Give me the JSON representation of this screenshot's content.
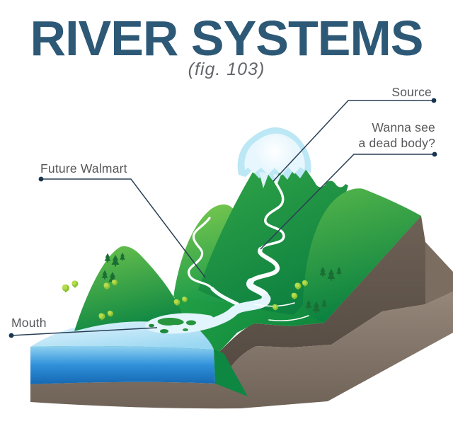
{
  "title": "RIVER SYSTEMS",
  "subtitle": "(fig. 103)",
  "annotations": {
    "source": {
      "label": "Source"
    },
    "dead_body": {
      "line1": "Wanna see",
      "line2": "a dead body?"
    },
    "future_walmart": {
      "label": "Future Walmart"
    },
    "mouth": {
      "label": "Mouth"
    }
  },
  "figure": {
    "type": "isometric-river-system-diagram",
    "features": [
      "snow-capped-mountain",
      "main-river",
      "tributary",
      "river-delta",
      "bay",
      "hills",
      "pine-trees",
      "round-trees",
      "soil-block"
    ]
  },
  "colors": {
    "title_text": "#2d5977",
    "label_text": "#56575a",
    "leader_line": "#2a3f55",
    "leader_dot": "#173450",
    "grass_light": "#84c73e",
    "grass_dark": "#0a7f3b",
    "river": "#ffffff",
    "river_lower": "#e2f4fc",
    "bay_surface_light": "#eef9fe",
    "bay_surface_deep": "#9ad7f2",
    "bay_front_blue": "#2f90da",
    "soil_front_light": "#8d7f70",
    "soil_band_dark": "#7b6d60",
    "soil_right_dark": "#5d5147",
    "snow_rim": "#bce7f5",
    "snow_core": "#ffffff",
    "pine_tree": "#1a6e34",
    "round_tree": "#a7d23f"
  }
}
